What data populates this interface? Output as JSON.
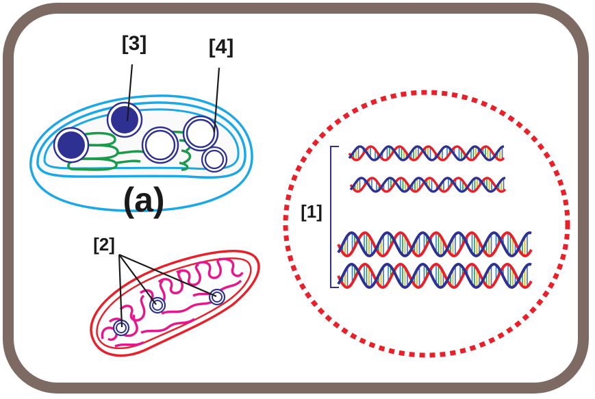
{
  "diagram": {
    "colors": {
      "frame": "#7d6a62",
      "chloroplast_membrane": "#1ba8e6",
      "thylakoid": "#1a9a4a",
      "granule_fill": "#2e3192",
      "mitochondrion_outer": "#e8202a",
      "mitochondrion_cristae": "#e6168c",
      "dna_strand_a": "#e8202a",
      "dna_strand_b": "#2e3192",
      "nucleoid_border": "#e8202a",
      "leader_line": "#1a1a1a"
    },
    "labels": {
      "chloroplast_letter": "(a)",
      "marker_1": "[1]",
      "marker_2": "[2]",
      "marker_3": "[3]",
      "marker_4": "[4]"
    },
    "structures": {
      "chloroplast": "Chloroplast with thylakoid stacks, dark starch granules and ring-shaped plastoglobules",
      "mitochondrion": "Mitochondrion with folded cristae and ring-shaped granules",
      "dna_cluster": "Four double-helix DNA molecules inside a dotted circle, grouped by a bracket"
    },
    "dna_helices_count": 4,
    "mitochondrion_ring_count": 3
  }
}
